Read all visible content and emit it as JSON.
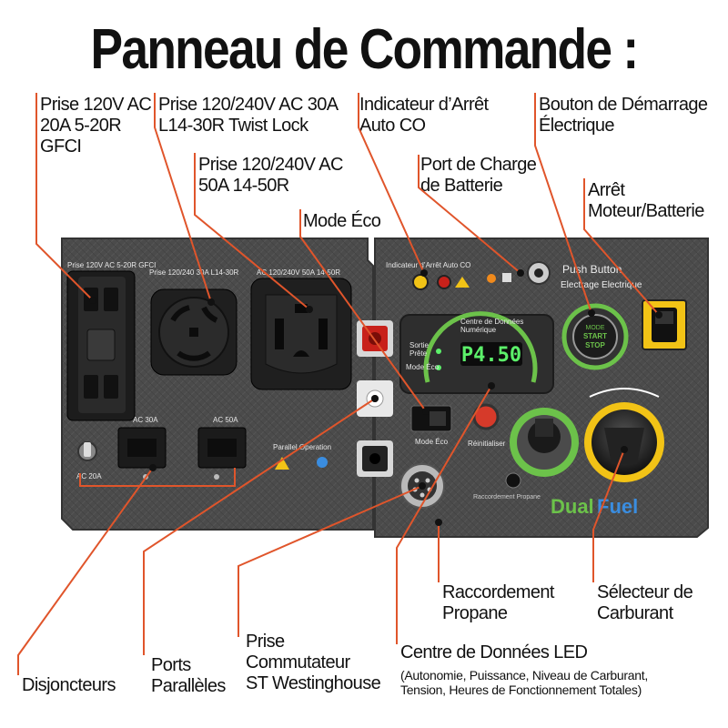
{
  "title": "Panneau de Commande :",
  "callouts": {
    "prise_120v": "Prise 120V AC\n20A 5-20R\nGFCI",
    "prise_l14": "Prise 120/240V AC 30A\nL14-30R Twist Lock",
    "prise_14_50": "Prise 120/240V AC\n50A 14-50R",
    "mode_eco": "Mode Éco",
    "indicateur_co": "Indicateur d’Arrêt\nAuto CO",
    "port_charge": "Port de Charge\nde Batterie",
    "bouton_demarrage": "Bouton de Démarrage\nÉlectrique",
    "arret": "Arrêt\nMoteur/Batterie",
    "raccordement": "Raccordement\nPropane",
    "selecteur": "Sélecteur de\nCarburant",
    "centre_led": "Centre de Données LED",
    "centre_led_detail": "(Autonomie, Puissance, Niveau de Carburant,\nTension, Heures de Fonctionnement Totales)",
    "prise_st": "Prise\nCommutateur\nST Westinghouse",
    "ports_paralleles": "Ports\nParallèles",
    "disjoncteurs": "Disjoncteurs"
  },
  "panel_labels": {
    "gfci": "Prise 120V AC 5-20R GFCI",
    "l14": "Prise 120/240 30A L14-30R",
    "p1450": "AC 120/240V 50A 14-50R",
    "co_indicator": "Indicateur d’Arrêt Auto CO",
    "push_button": "Push Button",
    "electrage": "Electrage Electrique",
    "start_mode": "MODE",
    "start_start": "START",
    "start_stop": "STOP",
    "led_header": "Centre de Données\nNumérique",
    "led_value": "P4.50",
    "sortie": "Sortie\nPrête",
    "mode_eco_led": "Mode Éco",
    "ac30": "AC 30A",
    "ac50": "AC 50A",
    "ac20": "AC 20A",
    "parallel": "Parallel Operation",
    "mode_eco_switch": "Mode Éco",
    "reinitialiser": "Réinitialiser",
    "raccordement": "Raccordement Propane",
    "dual": "Dual",
    "fuel": "Fuel"
  },
  "colors": {
    "panel": "#4a4a4a",
    "leader": "#e0552b",
    "green": "#6cc24a",
    "yellow": "#f2c316",
    "red": "#d63a2a",
    "led_digits": "#5cf06a"
  }
}
